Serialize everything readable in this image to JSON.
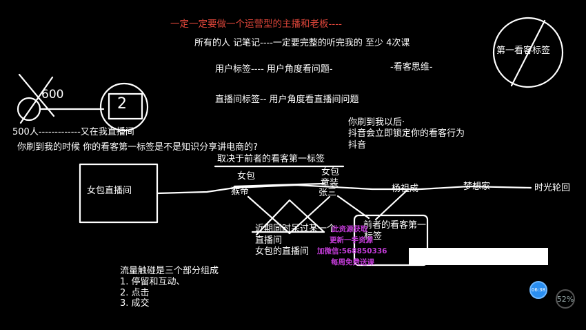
{
  "title": "一定一定要做一个运营型的主播和老板----",
  "notes": {
    "everyone": "所有的人   记笔记----一定要完整的听完我的  至少  4次课",
    "user_tag": "用户标签----  用户角度看问题-",
    "viewer_thinking": "-看客思维-",
    "live_tag": "直播间标签--  用户角度看直播间问题",
    "first_viewer_tag": "第一看客标签",
    "sketch_number": "600",
    "sketch_box_number": "2",
    "five_hundred": "500人-------------又在我直播间",
    "after_swipe_1": "你刷到我以后·",
    "after_swipe_2": "抖音会立即锁定你的看客行为",
    "after_swipe_3": "抖音",
    "question": "你刷到我的时候  你的看客第一标签是不是知识分享讲电商的?",
    "depends": "取决于前者的看客第一标签"
  },
  "flow": {
    "women_bag_live": "女包直播间",
    "node_a_top": "女包",
    "node_a_bottom": "猴帝",
    "node_b_top": "女包",
    "node_b_mid": "童装",
    "node_b_bottom": "张三",
    "yang": "杨祖成",
    "dreamer": "梦想家",
    "time_wheel": "时光轮回",
    "recent_1": "近期同时呆过某一个",
    "recent_2": "直播间",
    "recent_3": "女包的直播间",
    "front_viewer_1": "前者的看客第一",
    "front_viewer_2": "标签"
  },
  "traffic": {
    "heading": "流量触碰是三个部分组成",
    "items": [
      "1. 停留和互动、",
      "2. 点击",
      "3. 成交"
    ]
  },
  "watermark": {
    "line1": "此资源获取",
    "line2": "更新一手资源",
    "line3": "加微信:568850336",
    "line4": "每周免费送课"
  },
  "player": {
    "timer": "06:38",
    "percent": "52%"
  },
  "colors": {
    "title": "#e0463a",
    "watermark": "#c13bd6",
    "ink": "#ffffff",
    "background": "#000000"
  }
}
